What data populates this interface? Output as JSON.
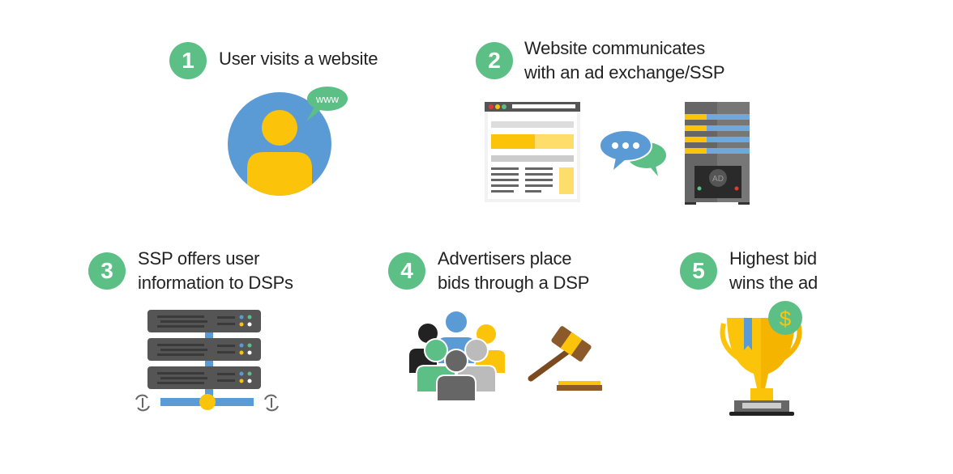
{
  "steps": [
    {
      "number": "1",
      "lines": [
        "User visits a website"
      ]
    },
    {
      "number": "2",
      "lines": [
        "Website communicates",
        "with an ad exchange/SSP"
      ]
    },
    {
      "number": "3",
      "lines": [
        "SSP offers user",
        "information to DSPs"
      ]
    },
    {
      "number": "4",
      "lines": [
        "Advertisers place",
        "bids through a DSP"
      ]
    },
    {
      "number": "5",
      "lines": [
        "Highest bid",
        "wins the ad"
      ]
    }
  ],
  "icons": {
    "speech_bubble_text": "www",
    "server_label": "AD",
    "coin_symbol": "$"
  },
  "colors": {
    "green": "#5cbf85",
    "blue": "#5b9bd5",
    "yellow": "#fcc30b",
    "gray": "#5a5a5a"
  }
}
